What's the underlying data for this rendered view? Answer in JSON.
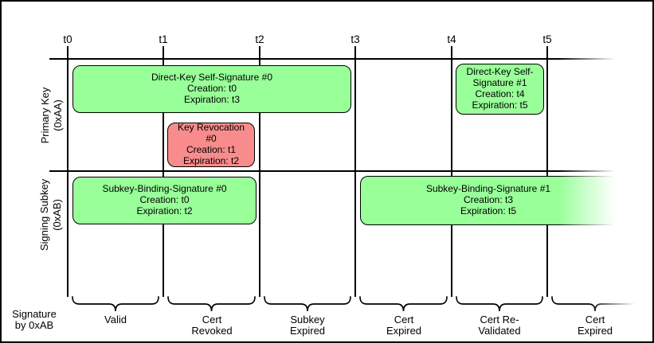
{
  "ticks": {
    "labels": [
      "t0",
      "t1",
      "t2",
      "t3",
      "t4",
      "t5"
    ]
  },
  "rows": {
    "primary": {
      "line1": "Primary Key",
      "line2": "(0xAA)"
    },
    "subkey": {
      "line1": "Signing Subkey",
      "line2": "(0xAB)"
    }
  },
  "boxes": {
    "direct_key_0": {
      "title": "Direct-Key Self-Signature #0",
      "creation": "Creation: t0",
      "expiration": "Expiration: t3",
      "status_color": "green"
    },
    "direct_key_1": {
      "title": "Direct-Key Self-Signature #1",
      "creation": "Creation: t4",
      "expiration": "Expiration: t5",
      "status_color": "green"
    },
    "key_revocation_0": {
      "title": "Key Revocation #0",
      "creation": "Creation: t1",
      "expiration": "Expiration: t2",
      "status_color": "red"
    },
    "subkey_binding_0": {
      "title": "Subkey-Binding-Signature #0",
      "creation": "Creation: t0",
      "expiration": "Expiration: t2",
      "status_color": "green"
    },
    "subkey_binding_1": {
      "title": "Subkey-Binding-Signature #1",
      "creation": "Creation: t3",
      "expiration": "Expiration: t5",
      "status_color": "green"
    }
  },
  "bottom": {
    "axis_label": {
      "line1": "Signature",
      "line2": "by 0xAB"
    },
    "segments": [
      {
        "name": "valid",
        "lines": [
          "Valid"
        ]
      },
      {
        "name": "cert-revoked",
        "lines": [
          "Cert",
          "Revoked"
        ]
      },
      {
        "name": "subkey-expired",
        "lines": [
          "Subkey",
          "Expired"
        ]
      },
      {
        "name": "cert-expired-1",
        "lines": [
          "Cert",
          "Expired"
        ]
      },
      {
        "name": "cert-revalidated",
        "lines": [
          "Cert Re-",
          "Validated"
        ]
      },
      {
        "name": "cert-expired-2",
        "lines": [
          "Cert",
          "Expired"
        ]
      }
    ]
  },
  "colors": {
    "signature_valid_fill": "#99FF99",
    "revocation_fill": "#F88C8C",
    "line_color": "#000000"
  }
}
